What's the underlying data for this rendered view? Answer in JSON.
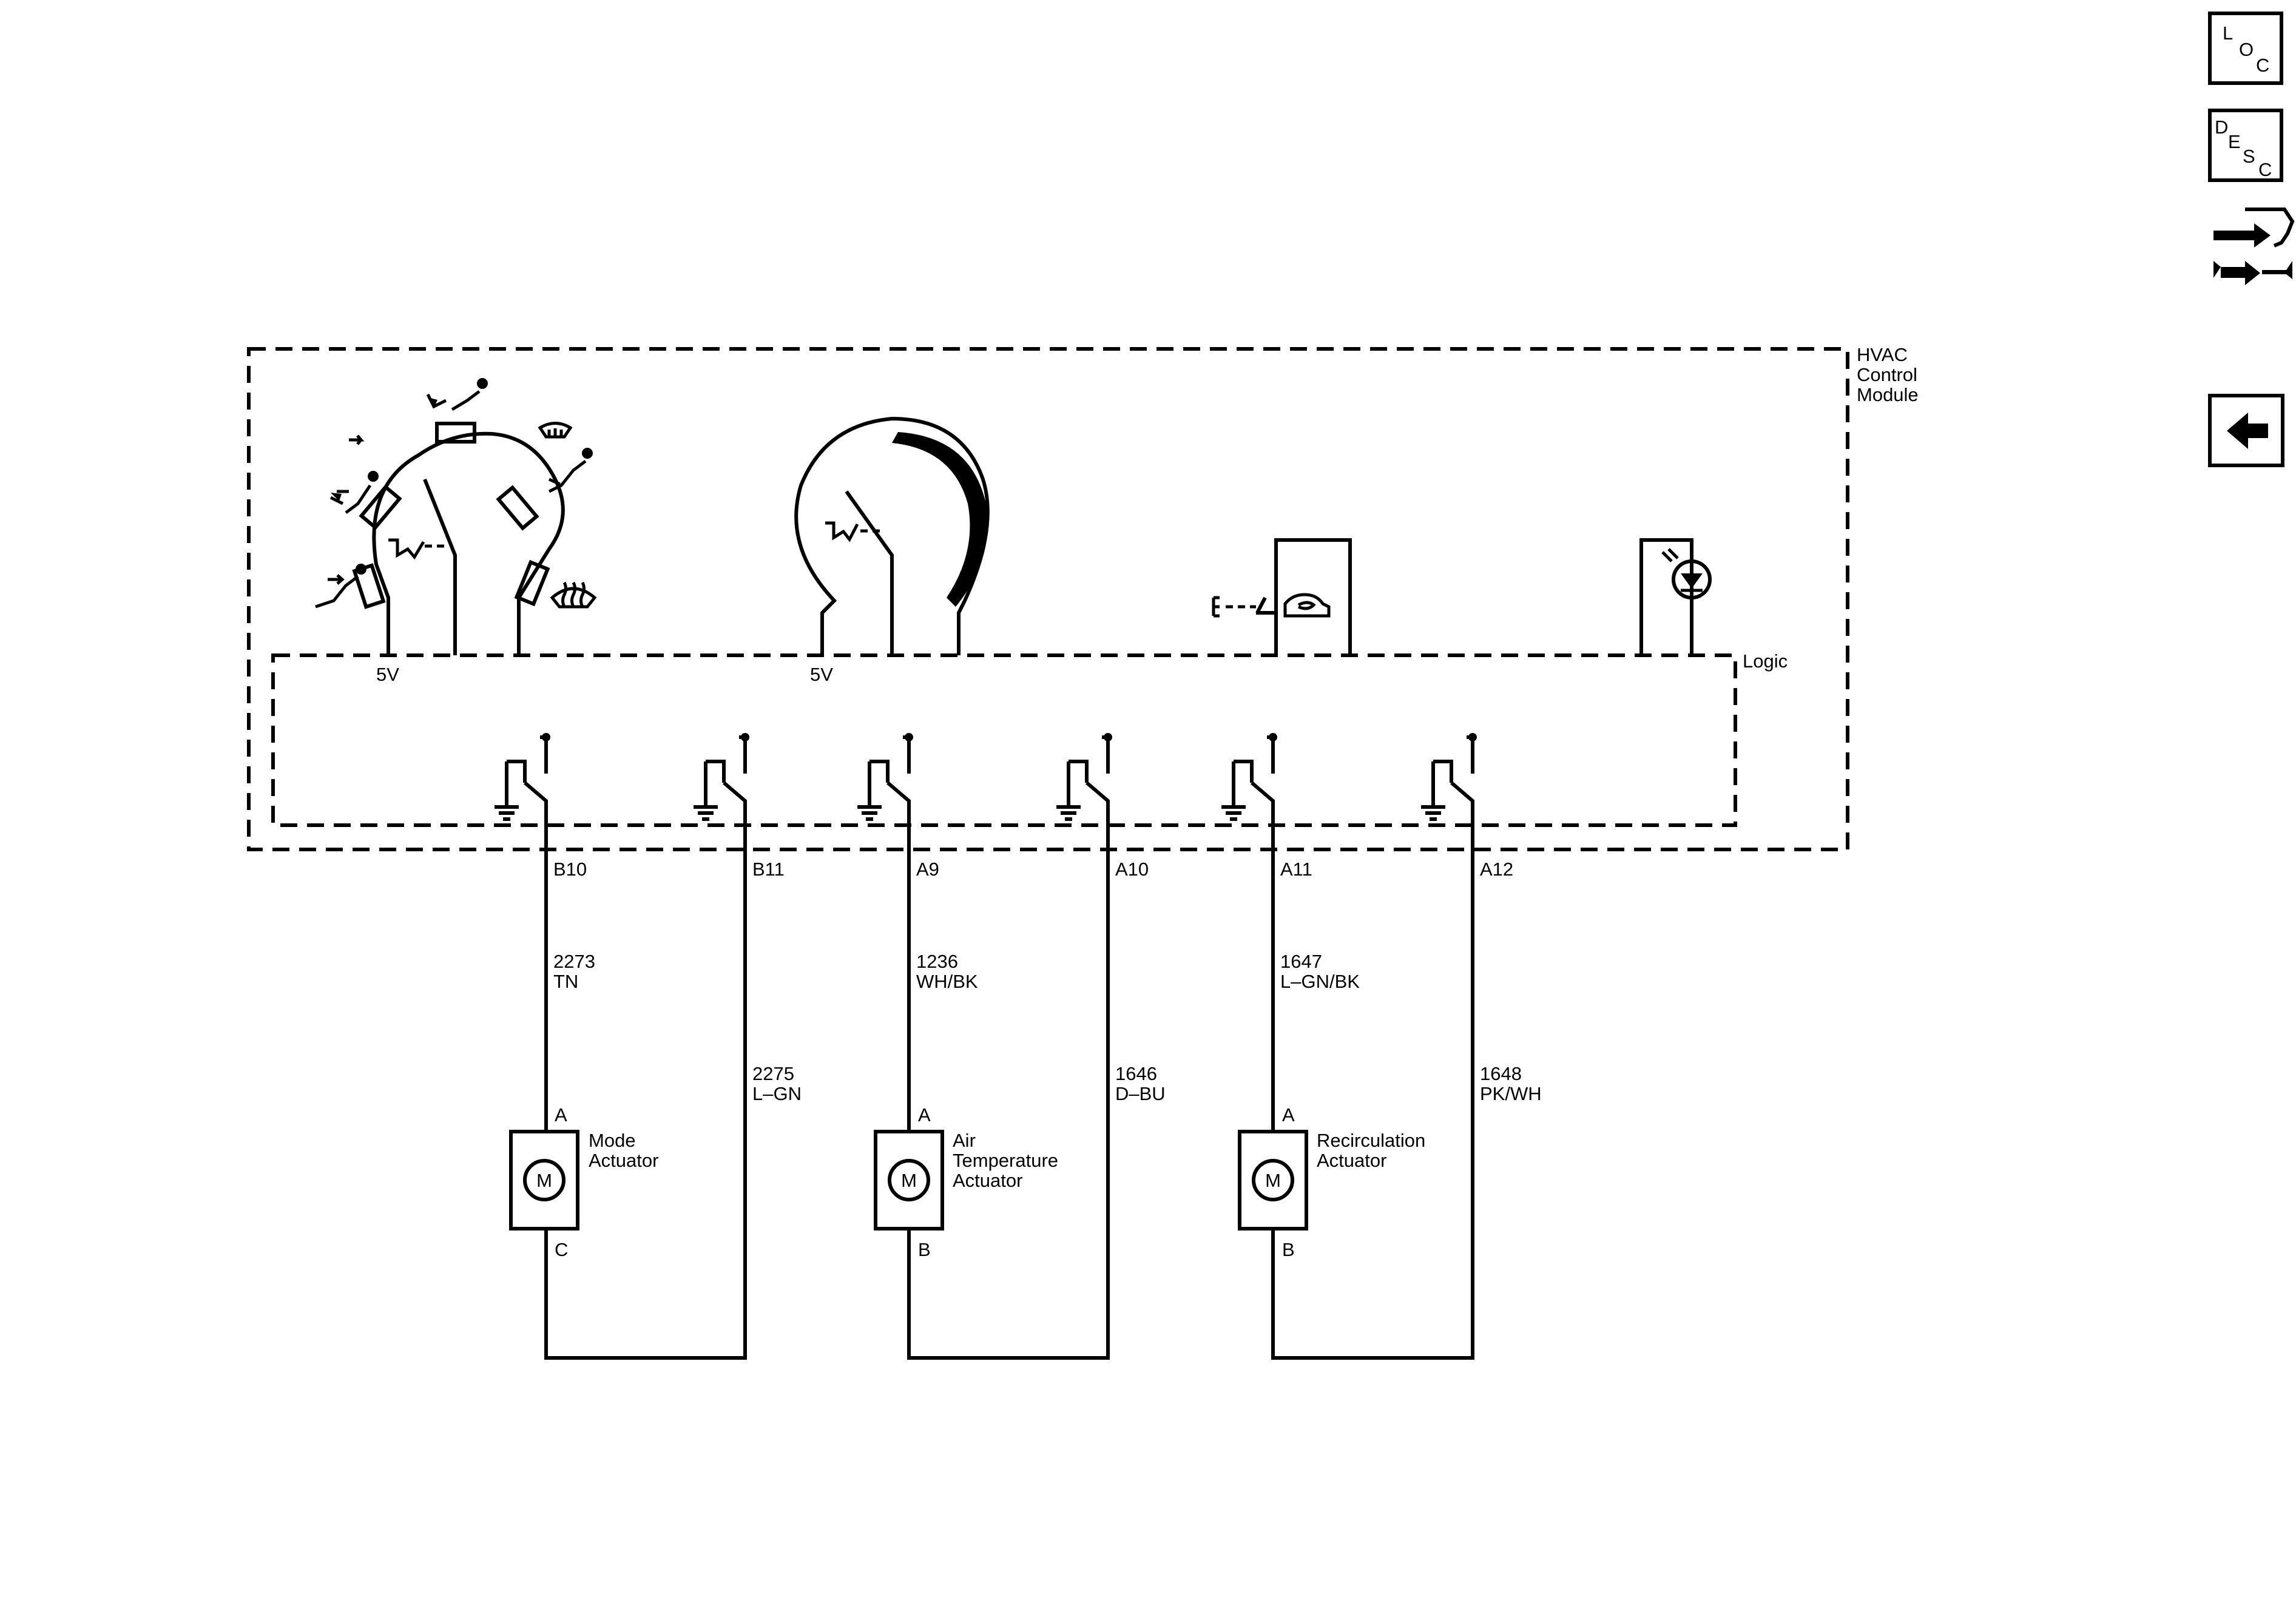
{
  "module": {
    "line1": "HVAC",
    "line2": "Control",
    "line3": "Module"
  },
  "logic_label": "Logic",
  "mode_switch": {
    "supply": "5V",
    "icons": [
      "vent-icon",
      "bi-level-icon",
      "panel-icon",
      "defog-icon",
      "defrost-icon"
    ]
  },
  "temp_control": {
    "supply": "5V"
  },
  "pins": [
    "B10",
    "B11",
    "A9",
    "A10",
    "A11",
    "A12"
  ],
  "circuits": [
    {
      "number": "2273",
      "color": "TN"
    },
    {
      "number": "2275",
      "color": "L–GN"
    },
    {
      "number": "1236",
      "color": "WH/BK"
    },
    {
      "number": "1646",
      "color": "D–BU"
    },
    {
      "number": "1647",
      "color": "L–GN/BK"
    },
    {
      "number": "1648",
      "color": "PK/WH"
    }
  ],
  "actuators": [
    {
      "name_lines": [
        "Mode",
        "Actuator"
      ],
      "pin_top": "A",
      "pin_bottom": "C",
      "motor": "M"
    },
    {
      "name_lines": [
        "Air",
        "Temperature",
        "Actuator"
      ],
      "pin_top": "A",
      "pin_bottom": "B",
      "motor": "M"
    },
    {
      "name_lines": [
        "Recirculation",
        "Actuator"
      ],
      "pin_top": "A",
      "pin_bottom": "B",
      "motor": "M"
    }
  ],
  "nav": {
    "loc": {
      "l": "L",
      "o": "O",
      "c": "C"
    },
    "desc": {
      "d": "D",
      "e": "E",
      "s": "S",
      "c": "C"
    },
    "connector_icon": "connector-end-view-icon",
    "back_icon": "back-arrow-icon"
  }
}
